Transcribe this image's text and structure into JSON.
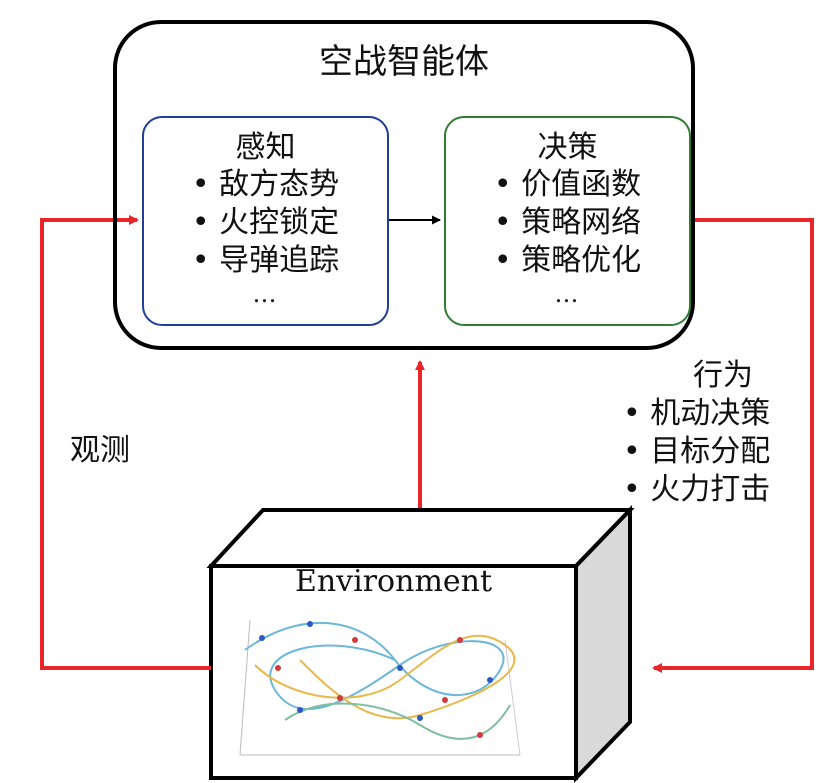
{
  "agent": {
    "title": "空战智能体",
    "perception": {
      "title": "感知",
      "items": [
        "敌方态势",
        "火控锁定",
        "导弹追踪"
      ],
      "ellipsis": "…"
    },
    "decision": {
      "title": "决策",
      "items": [
        "价值函数",
        "策略网络",
        "策略优化"
      ],
      "ellipsis": "…"
    }
  },
  "observation_label": "观测",
  "action": {
    "title": "行为",
    "items": [
      "机动决策",
      "目标分配",
      "火力打击"
    ]
  },
  "environment": {
    "title": "Environment"
  },
  "colors": {
    "loop_arrows": "#e8262a",
    "perception_border": "#1f3f99",
    "decision_border": "#2e7d32",
    "box_outline": "#000000",
    "cube_side": "#d9d9d9"
  }
}
